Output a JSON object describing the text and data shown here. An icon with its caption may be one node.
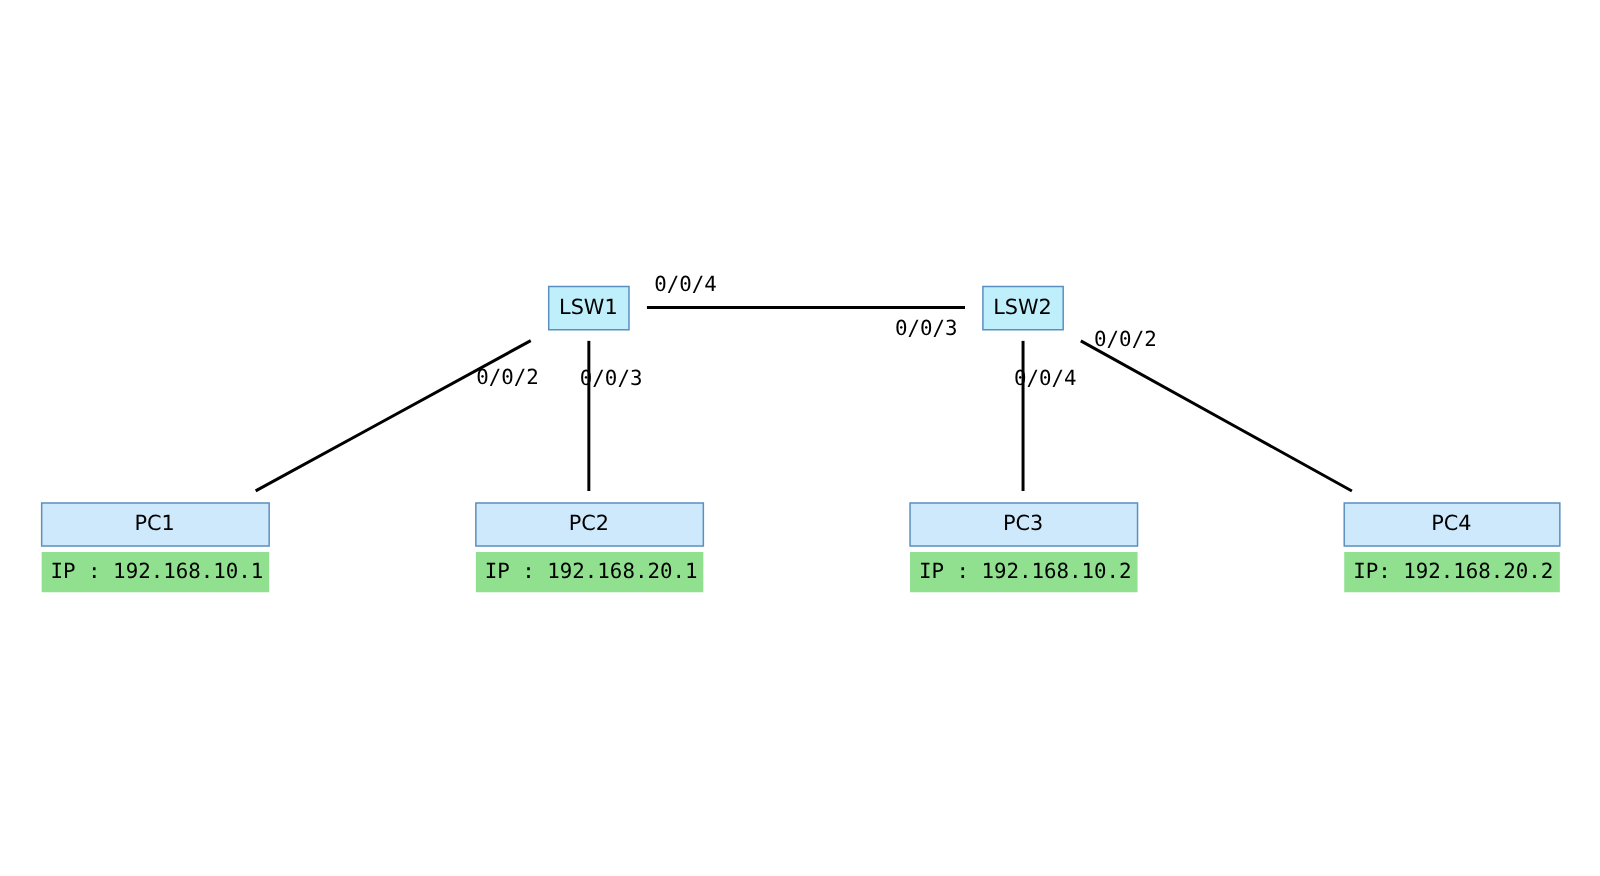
{
  "diagram": {
    "nodes": [
      {
        "text": [
          "LSW1"
        ]
      },
      {
        "text": [
          "LSW2"
        ]
      },
      {
        "text": [
          "PC1",
          "IP : 192.168.10.1"
        ]
      },
      {
        "text": [
          "PC2",
          "IP : 192.168.20.1"
        ]
      },
      {
        "text": [
          "PC3",
          "IP : 192.168.10.2"
        ]
      },
      {
        "text": [
          "PC4",
          "IP: 192.168.20.2"
        ]
      }
    ],
    "edges": [
      {
        "from": 0,
        "to": 1,
        "arrow": "none"
      },
      {
        "from": 0,
        "to": 2,
        "arrow": "none"
      },
      {
        "from": 0,
        "to": 3,
        "arrow": "none"
      },
      {
        "from": 1,
        "to": 4,
        "arrow": "none"
      },
      {
        "from": 1,
        "to": 5,
        "arrow": "none"
      }
    ],
    "labels": [
      "0/0/4",
      "0/0/3",
      "0/0/2",
      "0/0/3",
      "0/0/4",
      "0/0/2"
    ]
  }
}
